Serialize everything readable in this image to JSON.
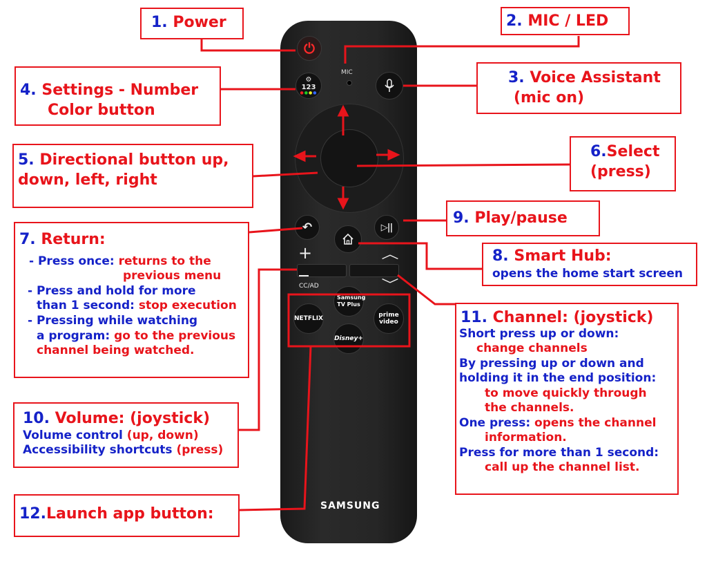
{
  "remote": {
    "mic_label": "MIC",
    "settings_number": "123",
    "cc_label": "CC/AD",
    "brand": "SAMSUNG",
    "apps": [
      "Samsung TV Plus",
      "NETFLIX",
      "prime video",
      "Disney+"
    ]
  },
  "callouts": {
    "power": {
      "num": "1.",
      "label": "Power"
    },
    "mic_led": {
      "num": "2.",
      "label": "MIC / LED"
    },
    "voice": {
      "num": "3.",
      "label": "Voice Assistant",
      "sub": "(mic on)"
    },
    "settings": {
      "num": "4.",
      "label": "Settings - Number",
      "line2": "Color button"
    },
    "directional": {
      "num": "5.",
      "label": "Directional button up,",
      "line2": "down, left, right"
    },
    "select": {
      "num": "6.",
      "label": "Select",
      "line2": "(press)"
    },
    "return": {
      "num": "7.",
      "label": "Return:",
      "b1_pre": "- Press once:",
      "b1_red": "returns to the",
      "b1_red2": "previous menu",
      "b2_pre": "- Press and hold for more",
      "b2_pre2": "than 1 second:",
      "b2_red": "stop execution",
      "b3_pre": "- Pressing while watching",
      "b3_pre2": "a program:",
      "b3_red": "go to the previous",
      "b3_red2": "channel being watched."
    },
    "smart_hub": {
      "num": "8.",
      "label": "Smart Hub:",
      "sub": "opens the home start screen"
    },
    "play_pause": {
      "num": "9.",
      "label": "Play/pause"
    },
    "volume": {
      "num": "10.",
      "label": "Volume: (joystick)",
      "l1_blue": "Volume control",
      "l1_red": "(up, down)",
      "l2_blue": "Accessibility shortcuts",
      "l2_red": "(press)"
    },
    "channel": {
      "num": "11.",
      "label": "Channel: (joystick)",
      "l1": "Short press up or down:",
      "l2": "change channels",
      "l3": "By pressing up or down and",
      "l4": "holding it in the end position:",
      "l5": "to move quickly through",
      "l6": "the channels.",
      "l7_blue": "One press:",
      "l7_red": "opens the channel",
      "l8": "information.",
      "l9": "Press for more than 1 second:",
      "l10": "call up the channel list."
    },
    "launch": {
      "num": "12.",
      "label": "Launch app button:"
    }
  }
}
